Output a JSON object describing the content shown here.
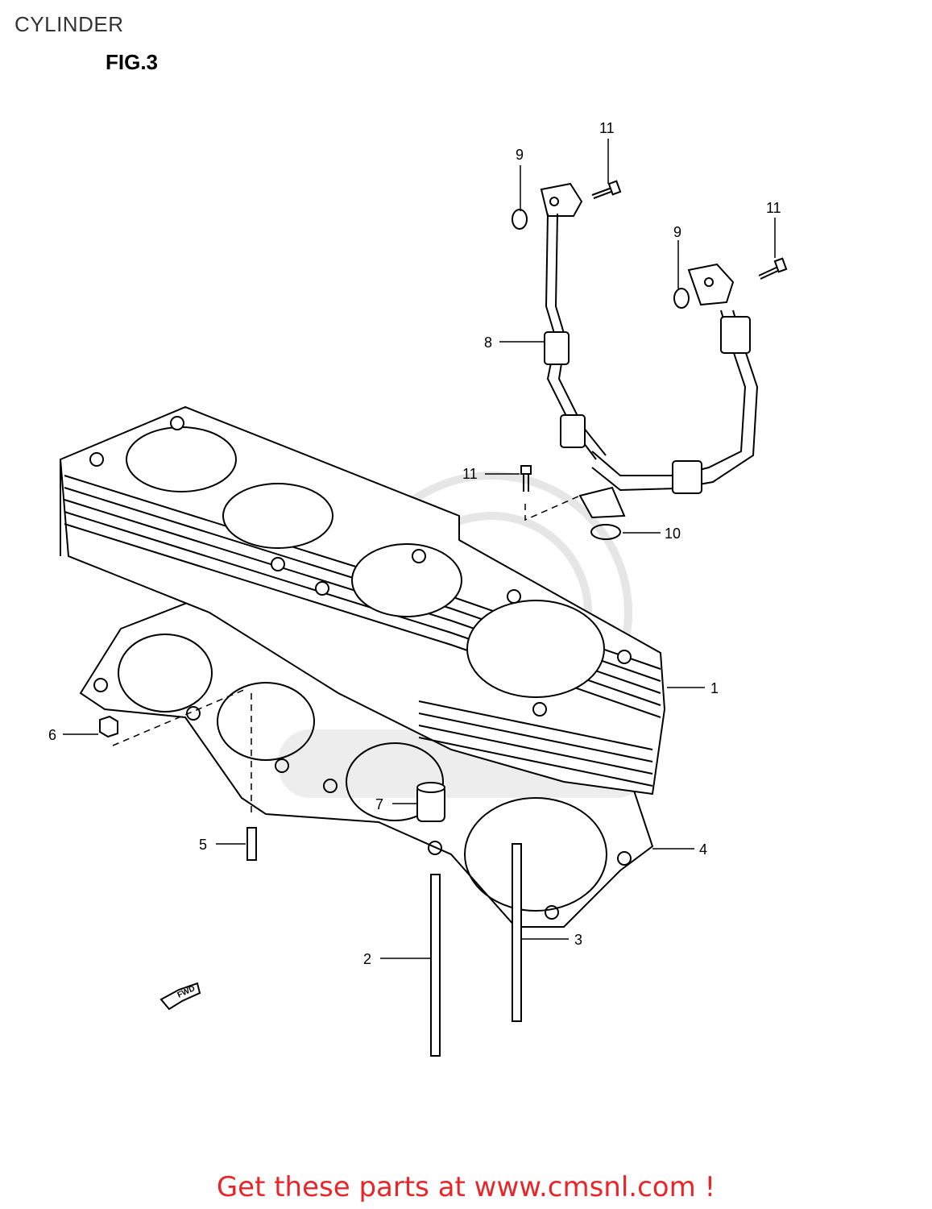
{
  "page": {
    "title": "CYLINDER",
    "figure_label": "FIG.3"
  },
  "diagram": {
    "callouts": {
      "p1": "1",
      "p2": "2",
      "p3": "3",
      "p4": "4",
      "p5": "5",
      "p6": "6",
      "p7": "7",
      "p8": "8",
      "p9a": "9",
      "p9b": "9",
      "p10": "10",
      "p11a": "11",
      "p11b": "11",
      "p11c": "11"
    },
    "fwd_label": "FWD"
  },
  "footer": {
    "link_text": "Get these parts at www.cmsnl.com !"
  },
  "colors": {
    "line": "#000000",
    "footer_text": "#e8262a",
    "watermark": "#e6e6e6"
  }
}
